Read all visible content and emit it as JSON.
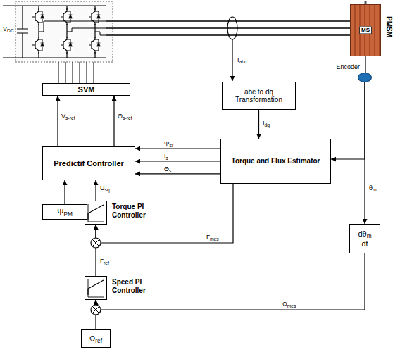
{
  "diagram": {
    "nodes": [
      {
        "text": [
          "MS",
          "PMSM"
        ]
      },
      {
        "text": [
          "Encoder"
        ]
      },
      {
        "text": [
          "SVM"
        ]
      },
      {
        "text": [
          "abc to dq Transformation"
        ]
      },
      {
        "text": [
          "Predictif Controller"
        ]
      },
      {
        "text": [
          "Torque and Flux Estimator"
        ]
      },
      {
        "text": [
          "ΨPM"
        ]
      },
      {
        "text": [
          "Torque PI Controller"
        ]
      },
      {
        "text": [
          "dθm",
          "dt"
        ]
      },
      {
        "text": [
          "Speed PI Controller"
        ]
      },
      {
        "text": [
          "Ωref"
        ]
      }
    ],
    "edges": [
      {
        "from": 0,
        "to": 1,
        "arrow": "none"
      },
      {
        "from": 4,
        "to": 2,
        "label": "Vs-ref",
        "arrow": "to"
      },
      {
        "from": 4,
        "to": 2,
        "label": "Θs-ref",
        "arrow": "to"
      },
      {
        "from": 3,
        "to": 5,
        "label": "Idq",
        "arrow": "to"
      },
      {
        "from": 5,
        "to": 4,
        "label": "Ψsr",
        "arrow": "to"
      },
      {
        "from": 5,
        "to": 4,
        "label": "Is",
        "arrow": "to"
      },
      {
        "from": 5,
        "to": 4,
        "label": "Θs",
        "arrow": "to"
      },
      {
        "from": 6,
        "to": 4,
        "arrow": "to"
      },
      {
        "from": 7,
        "to": 4,
        "label": "Usq",
        "arrow": "to"
      },
      {
        "from": 9,
        "to": 7,
        "label": "Γref",
        "arrow": "to"
      },
      {
        "from": 5,
        "to": 7,
        "label": "Γmes",
        "arrow": "to"
      },
      {
        "from": 1,
        "to": 8,
        "label": "θm",
        "arrow": "to"
      },
      {
        "from": 1,
        "to": 5,
        "arrow": "to"
      },
      {
        "from": 8,
        "to": 9,
        "label": "Ωmes",
        "arrow": "to"
      },
      {
        "from": 10,
        "to": 9,
        "arrow": "to"
      }
    ],
    "labels": [
      "VDC",
      "Iabc"
    ]
  }
}
